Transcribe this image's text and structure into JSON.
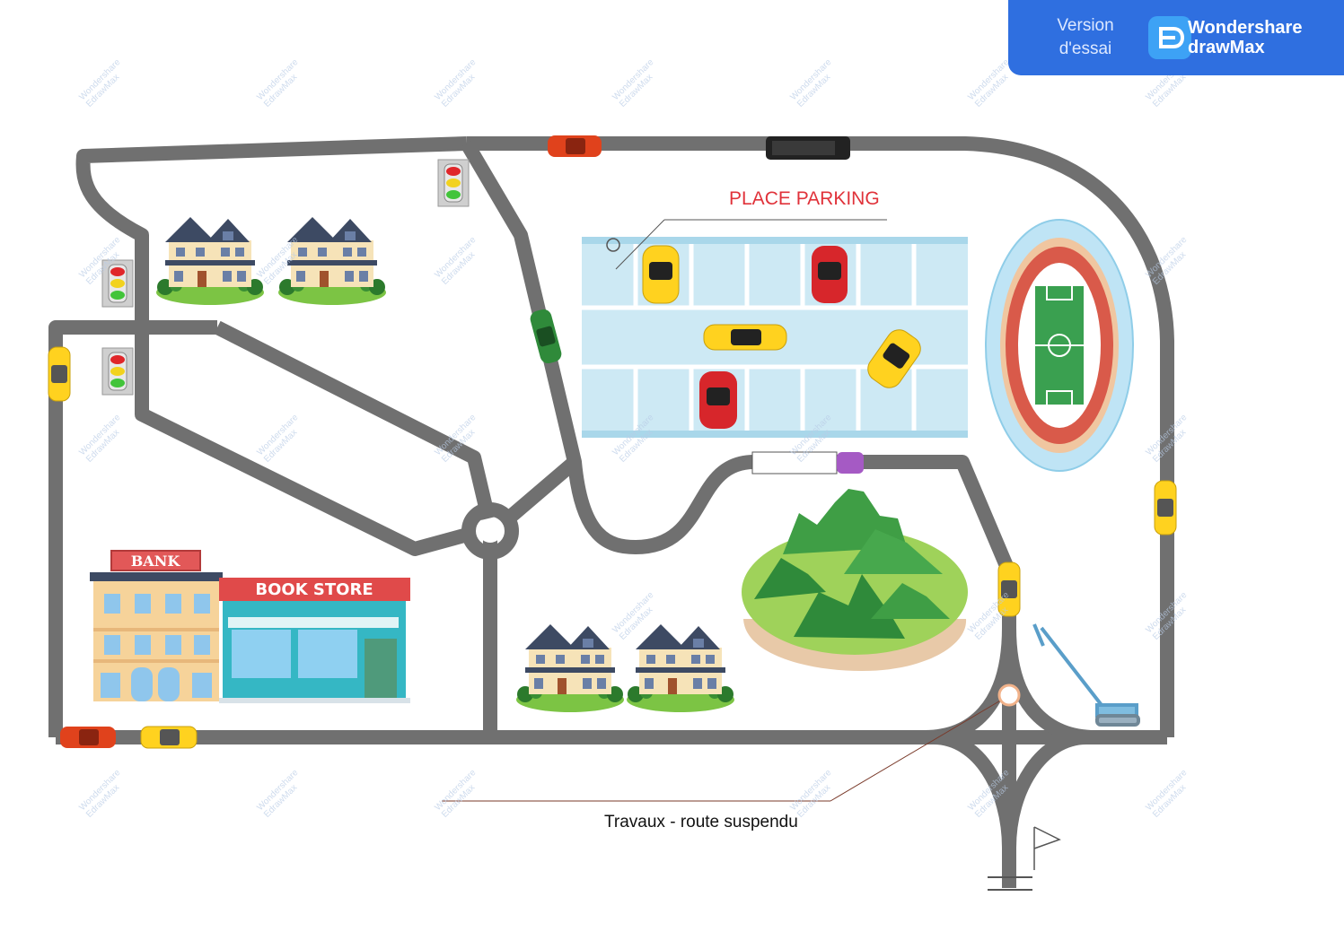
{
  "trial_badge": {
    "line1": "Version",
    "line2": "d'essai",
    "brand_line1": "Wondershare",
    "brand_line2": "drawMax"
  },
  "labels": {
    "parking": "PLACE PARKING",
    "works": "Travaux - route suspendu"
  },
  "signs": {
    "bank": "BANK",
    "book_store": "BOOK STORE"
  },
  "watermark": {
    "line1": "Wondershare",
    "line2": "EdrawMax"
  },
  "colors": {
    "road": "#707070",
    "parking_lot": "#cde9f4",
    "parking_stripe": "#ffffff",
    "parking_label": "#e0323a",
    "badge": "#2f6fe0",
    "grass": "#7cc444",
    "mountain": "#3f9e45",
    "car_yellow": "#ffd21f",
    "car_red": "#d7262b",
    "car_orange": "#e0421c",
    "car_green": "#2f8a3a",
    "car_black": "#222222"
  },
  "icons": [
    "traffic-light-icon",
    "house-icon",
    "bank-building-icon",
    "book-store-icon",
    "stadium-icon",
    "mountain-island-icon",
    "crane-icon",
    "flag-icon",
    "car-icon",
    "truck-icon"
  ]
}
